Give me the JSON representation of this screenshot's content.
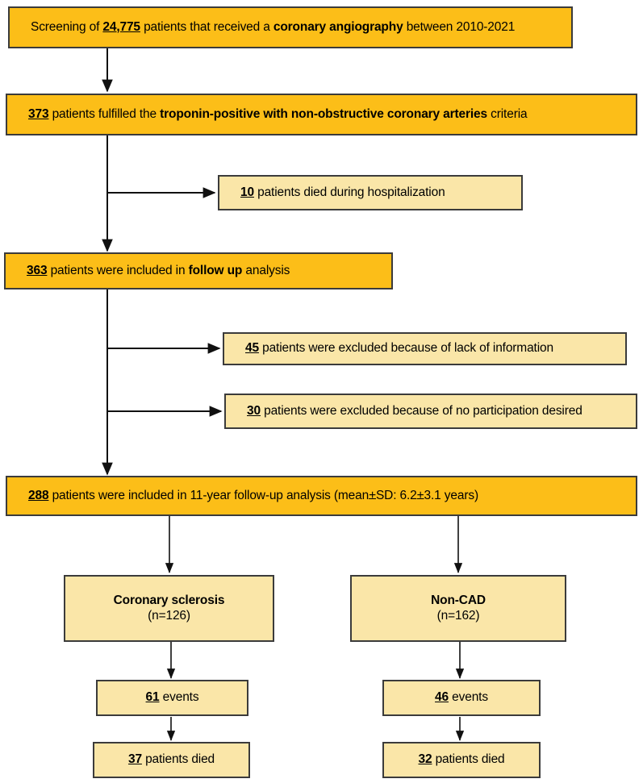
{
  "diagram": {
    "title": "Patient screening and follow-up flowchart",
    "colors": {
      "primary_fill": "#FCBE18",
      "secondary_fill": "#FAE6A8",
      "border": "#3b3b3b",
      "arrow": "#111111",
      "background": "#ffffff"
    },
    "nodes": {
      "screening": {
        "prefix": "Screening of ",
        "count": "24,775",
        "mid": " patients that received a ",
        "emphasis": "coronary angiography",
        "suffix": " between 2010-2021"
      },
      "criteria": {
        "count": "373",
        "mid": " patients fulfilled the ",
        "emphasis": "troponin-positive with non-obstructive coronary arteries",
        "suffix": " criteria"
      },
      "died_hospital": {
        "count": "10",
        "text": " patients died during hospitalization"
      },
      "followup": {
        "count": "363",
        "mid": " patients were included in ",
        "emphasis": "follow up",
        "suffix": " analysis"
      },
      "excluded_info": {
        "count": "45",
        "text": " patients were excluded because of lack of information"
      },
      "excluded_participation": {
        "count": "30",
        "text": " patients were excluded because of no participation desired"
      },
      "included_11year": {
        "count": "288",
        "mid": " patients were included in 11-year follow-up analysis (mean",
        "pm1": "+",
        "mid2": "SD: 6.2",
        "pm2": "+",
        "suffix": "3.1 years)"
      },
      "coronary_sclerosis": {
        "label": "Coronary sclerosis",
        "n": "(n=126)"
      },
      "non_cad": {
        "label": "Non-CAD",
        "n": "(n=162)"
      },
      "events_left": {
        "count": "61",
        "text": " events"
      },
      "events_right": {
        "count": "46",
        "text": " events"
      },
      "died_left": {
        "count": "37",
        "text": " patients died"
      },
      "died_right": {
        "count": "32",
        "text": " patients died"
      }
    }
  }
}
